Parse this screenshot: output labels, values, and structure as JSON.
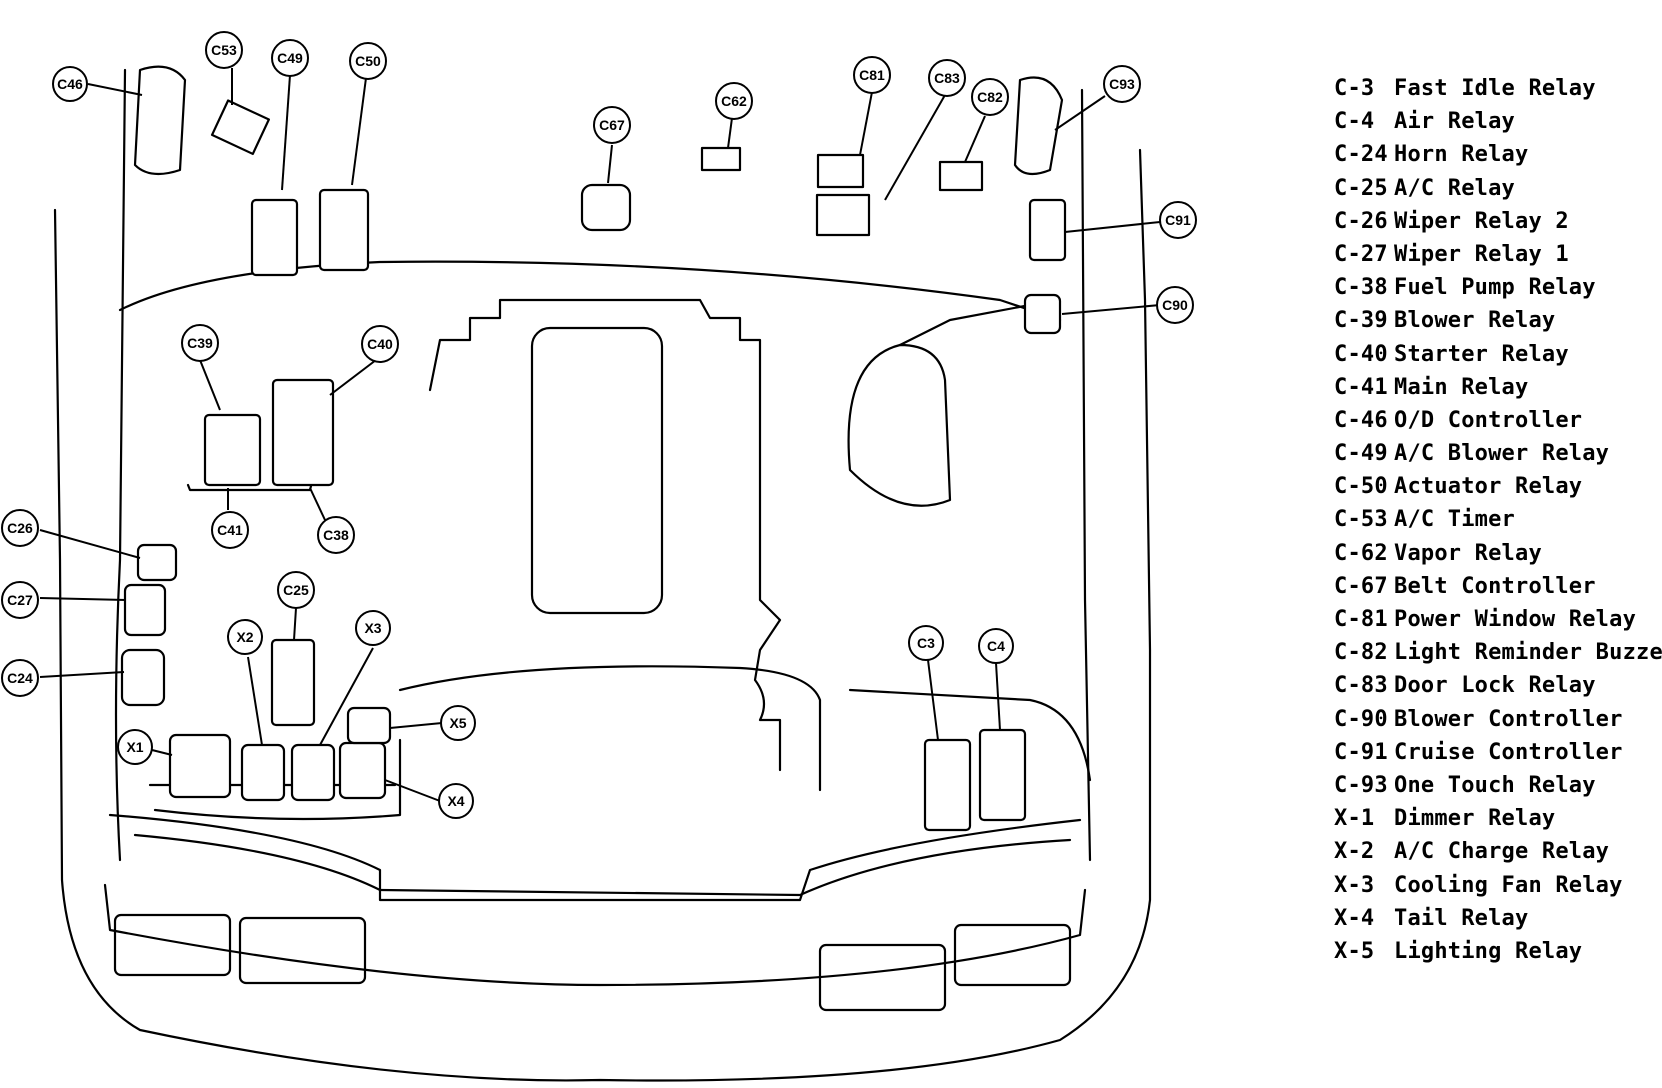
{
  "callouts": {
    "c46": "C46",
    "c53": "C53",
    "c49": "C49",
    "c50": "C50",
    "c67": "C67",
    "c62": "C62",
    "c81": "C81",
    "c83": "C83",
    "c82": "C82",
    "c93": "C93",
    "c91": "C91",
    "c90": "C90",
    "c39": "C39",
    "c40": "C40",
    "c41": "C41",
    "c38": "C38",
    "c26": "C26",
    "c27": "C27",
    "c24": "C24",
    "c25": "C25",
    "x1": "X1",
    "x2": "X2",
    "x3": "X3",
    "x4": "X4",
    "x5": "X5",
    "c3": "C3",
    "c4": "C4"
  },
  "legend": [
    {
      "code": "C-3",
      "label": "Fast Idle Relay"
    },
    {
      "code": "C-4",
      "label": "Air Relay"
    },
    {
      "code": "C-24",
      "label": "Horn Relay"
    },
    {
      "code": "C-25",
      "label": "A/C Relay"
    },
    {
      "code": "C-26",
      "label": "Wiper Relay 2"
    },
    {
      "code": "C-27",
      "label": "Wiper Relay 1"
    },
    {
      "code": "C-38",
      "label": "Fuel Pump Relay"
    },
    {
      "code": "C-39",
      "label": "Blower Relay"
    },
    {
      "code": "C-40",
      "label": "Starter Relay"
    },
    {
      "code": "C-41",
      "label": "Main Relay"
    },
    {
      "code": "C-46",
      "label": "O/D Controller"
    },
    {
      "code": "C-49",
      "label": "A/C Blower Relay"
    },
    {
      "code": "C-50",
      "label": "Actuator Relay"
    },
    {
      "code": "C-53",
      "label": "A/C Timer"
    },
    {
      "code": "C-62",
      "label": "Vapor Relay"
    },
    {
      "code": "C-67",
      "label": "Belt Controller"
    },
    {
      "code": "C-81",
      "label": "Power Window Relay"
    },
    {
      "code": "C-82",
      "label": "Light Reminder Buzzer"
    },
    {
      "code": "C-83",
      "label": "Door Lock Relay"
    },
    {
      "code": "C-90",
      "label": "Blower Controller"
    },
    {
      "code": "C-91",
      "label": "Cruise Controller"
    },
    {
      "code": "C-93",
      "label": "One Touch Relay"
    },
    {
      "code": "X-1",
      "label": "Dimmer Relay"
    },
    {
      "code": "X-2",
      "label": "A/C Charge Relay"
    },
    {
      "code": "X-3",
      "label": "Cooling Fan Relay"
    },
    {
      "code": "X-4",
      "label": "Tail Relay"
    },
    {
      "code": "X-5",
      "label": "Lighting Relay"
    }
  ]
}
